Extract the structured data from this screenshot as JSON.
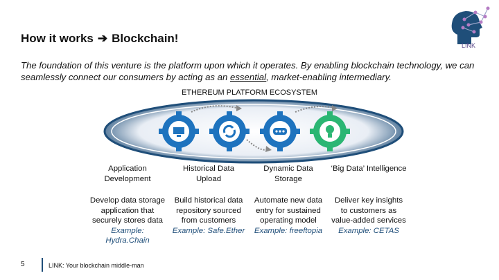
{
  "slide": {
    "title_left": "How it works",
    "title_arrow": "➔",
    "title_right": "Blockchain!",
    "logo_text": "LINK",
    "intro_before": "The foundation of this venture is the platform upon which it operates. By enabling blockchain technology, we can seamlessly connect our consumers by acting as an ",
    "intro_underlined": "essential",
    "intro_after": ", market-enabling intermediary.",
    "ecosystem_label": "ETHEREUM PLATFORM ECOSYSTEM",
    "icons": [
      {
        "name": "monitor-gear-icon",
        "color": "#1e73be"
      },
      {
        "name": "refresh-gear-icon",
        "color": "#1e73be"
      },
      {
        "name": "storage-gear-icon",
        "color": "#1e73be"
      },
      {
        "name": "bulb-gear-icon",
        "color": "#2bb673"
      }
    ],
    "columns": [
      {
        "head": "Application Development",
        "body": "Develop data storage application that securely stores data",
        "example": "Example: Hydra.Chain"
      },
      {
        "head": "Historical Data Upload",
        "body": "Build historical data repository sourced from customers",
        "example": "Example: Safe.Ether"
      },
      {
        "head": "Dynamic Data Storage",
        "body": "Automate new data entry for sustained operating model",
        "example": "Example: freeftopia"
      },
      {
        "head": "‘Big Data’ Intelligence",
        "body": "Deliver key insights to customers as value-added services",
        "example": "Example: CETAS"
      }
    ],
    "footer_number": "5",
    "footer_text": "LINK: Your blockchain middle-man",
    "colors": {
      "accent_blue": "#1e73be",
      "accent_green": "#2bb673",
      "dark_blue": "#1f4e79"
    }
  }
}
